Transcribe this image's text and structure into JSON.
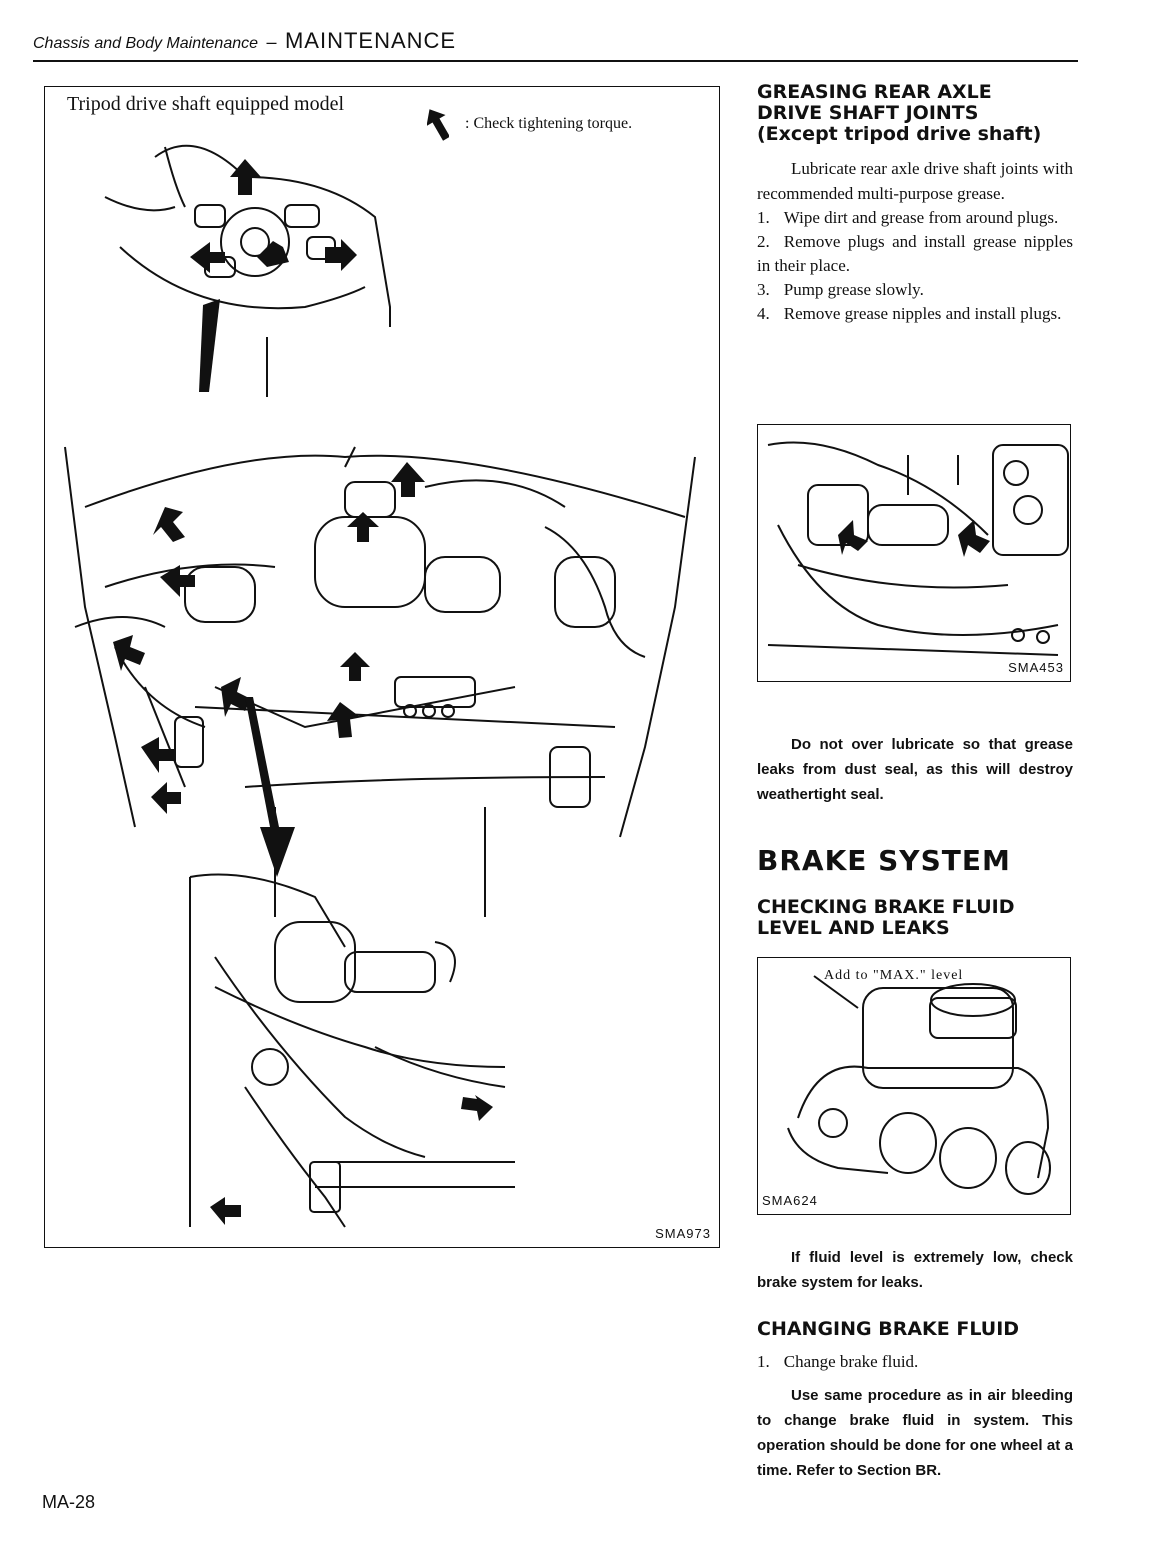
{
  "header": {
    "section": "Chassis and Body Maintenance",
    "separator": "–",
    "chapter": "MAINTENANCE"
  },
  "figure_main": {
    "title": "Tripod drive shaft equipped model",
    "legend_text": ": Check tightening torque.",
    "code": "SMA973"
  },
  "greasing": {
    "heading_line1": "GREASING REAR AXLE",
    "heading_line2": "DRIVE SHAFT JOINTS",
    "heading_line3": "(Except tripod drive shaft)",
    "intro": "Lubricate rear axle drive shaft joints with recommended multi-purpose grease.",
    "steps": [
      {
        "num": "1.",
        "text": "Wipe dirt and grease from around plugs."
      },
      {
        "num": "2.",
        "text": "Remove plugs and install grease nipples in their place."
      },
      {
        "num": "3.",
        "text": "Pump grease slowly."
      },
      {
        "num": "4.",
        "text": "Remove grease nipples and install plugs."
      }
    ],
    "figure_code": "SMA453",
    "caution": "Do not over lubricate so that grease leaks from dust seal, as this will destroy weathertight seal."
  },
  "brake": {
    "heading": "BRAKE SYSTEM",
    "check_heading_line1": "CHECKING BRAKE FLUID",
    "check_heading_line2": "LEVEL AND LEAKS",
    "figure_label": "Add to \"MAX.\" level",
    "figure_code": "SMA624",
    "check_note": "If fluid level is extremely low, check brake system for leaks.",
    "change_heading": "CHANGING BRAKE FLUID",
    "change_step_num": "1.",
    "change_step_text": "Change brake fluid.",
    "change_note": "Use same procedure as in air bleeding to change brake fluid in system. This operation should be done for one wheel at a time. Refer to Section BR."
  },
  "footer": {
    "page_number": "MA-28"
  }
}
